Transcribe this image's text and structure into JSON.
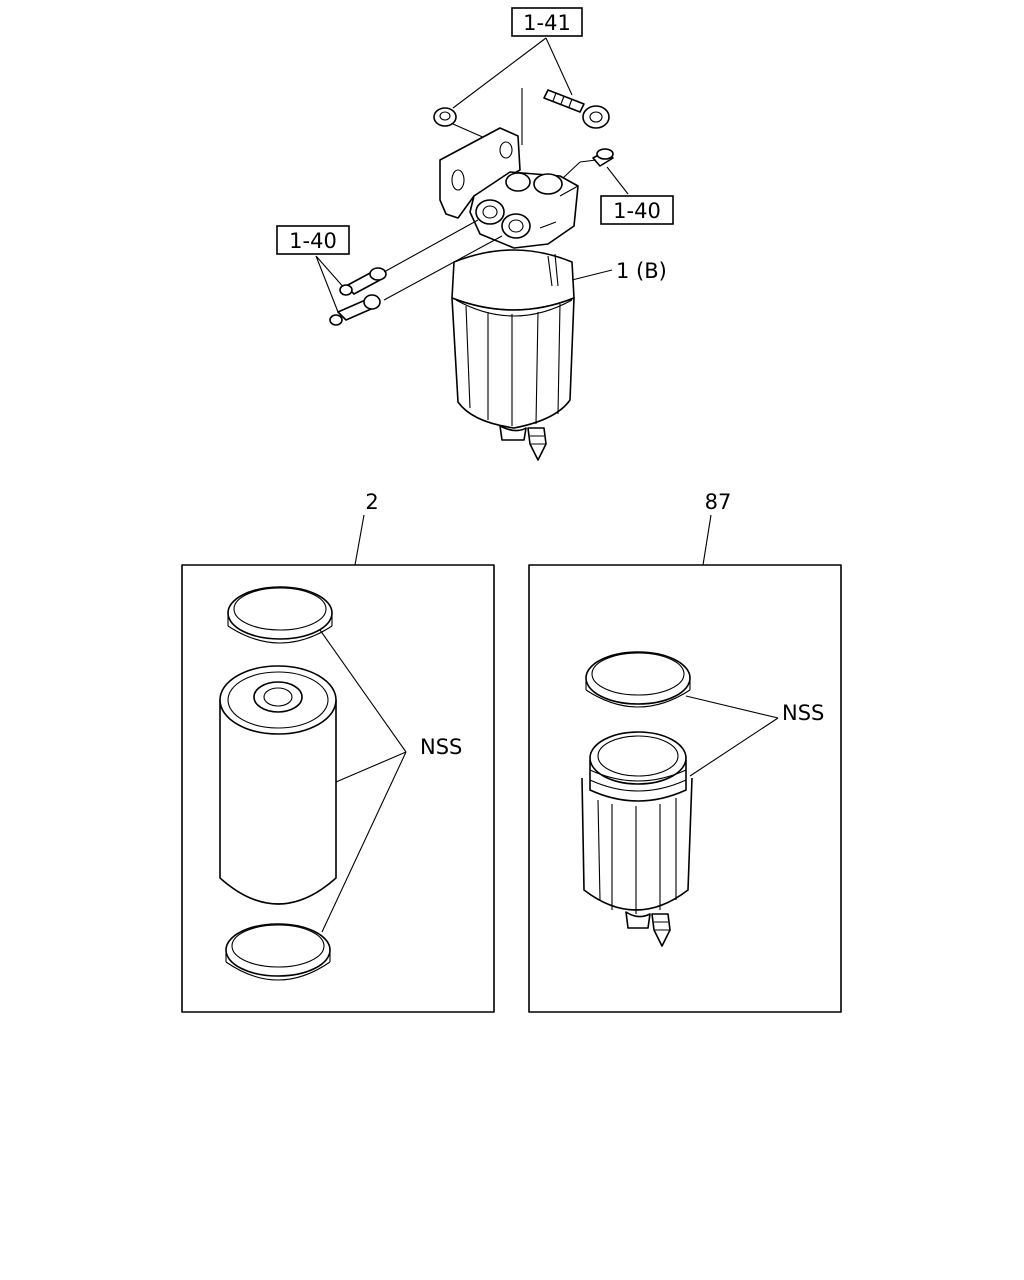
{
  "callouts": {
    "ref_bolt": "1-41",
    "ref_plug": "1-40",
    "ref_fittings": "1-40",
    "assembly": "1 (B)",
    "element_kit": "2",
    "bowl_kit": "87",
    "nss_element": "NSS",
    "nss_bowl": "NSS"
  }
}
